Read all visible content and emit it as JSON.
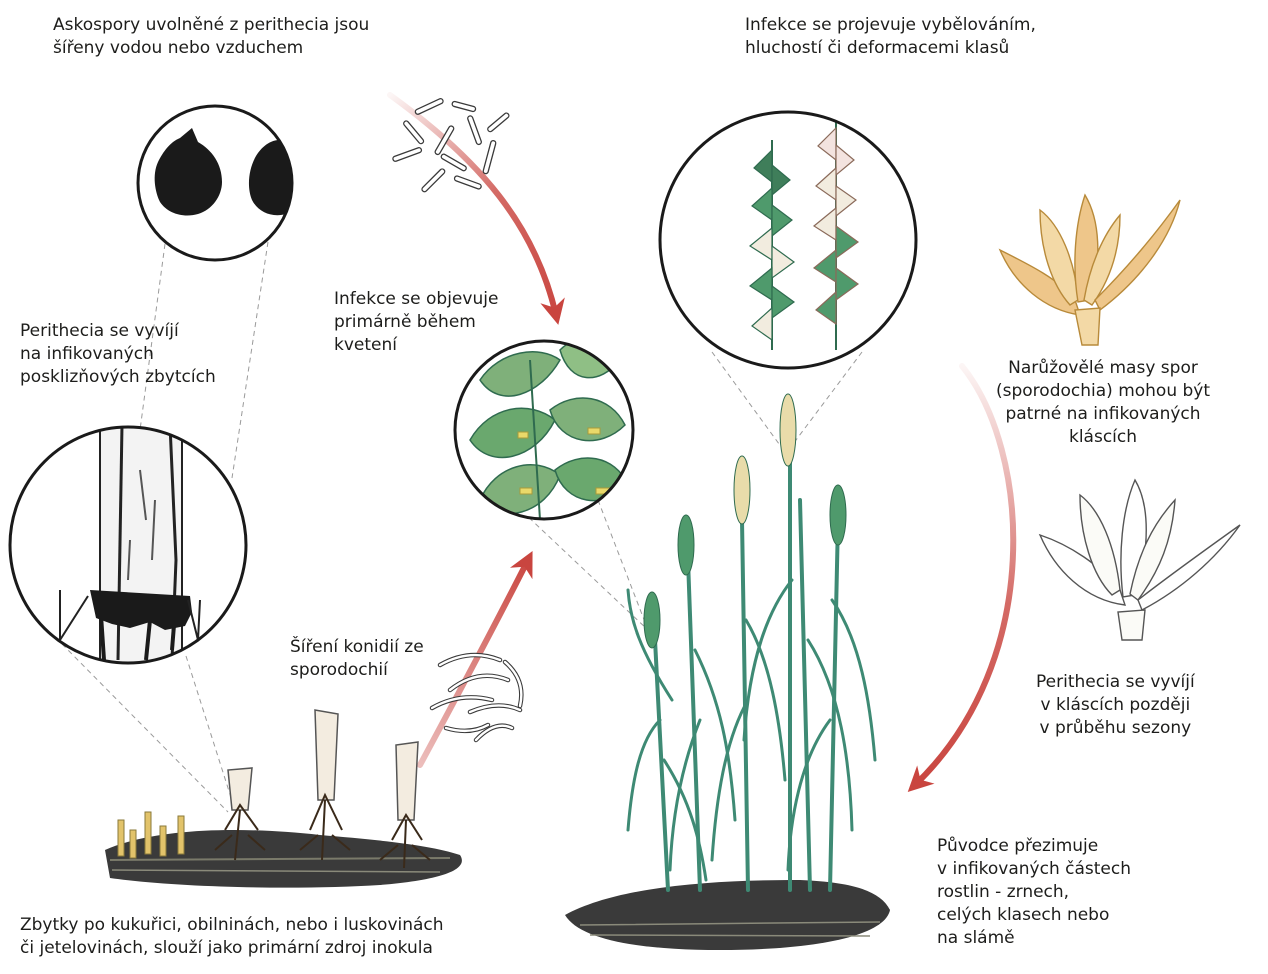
{
  "labels": {
    "ascospores": [
      "Askospory uvolněné z perithecia jsou",
      "šířeny vodou nebo vzduchem"
    ],
    "perithecia_residue": [
      "Perithecia se vyvíjí",
      "na infikovaných",
      "posklizňových zbytcích"
    ],
    "flowering": [
      "Infekce se objevuje",
      "primárně během",
      "kvetení"
    ],
    "conidia": [
      "Šíření konidií ze",
      "sporodochií"
    ],
    "residue_source": [
      "Zbytky po kukuřici, obilninách, nebo i luskovinách",
      "či jetelovinách, slouží jako primární zdroj inokula"
    ],
    "symptoms": [
      "Infekce se projevuje vybělováním,",
      "hluchostí či deformacemi klasů"
    ],
    "sporodochia": [
      "Narůžovělé masy spor",
      "(sporodochia) mohou být",
      "patrné na infikovaných",
      "kláscích"
    ],
    "perithecia_spikelets": [
      "Perithecia se vyvíjí",
      "v kláscích později",
      "v průběhu sezony"
    ],
    "overwintering": [
      "Původce přezimuje",
      "v infikovaných částech",
      "rostlin - zrnech,",
      "celých klasech nebo",
      "na slámě"
    ]
  },
  "colors": {
    "arrow": "#c9453f",
    "text": "#1d1d1b",
    "stem": "#3e8a74",
    "spike_green": "#4f9a6c",
    "healthy_floret": "#6aa86e",
    "bleached_floret": "#f2ecdf",
    "pink_spore": "#e2b47a",
    "perithecium": "#1a1a1a"
  },
  "icons": [
    "perithecium-icon",
    "ascospore-icon",
    "conidium-icon",
    "wheat-spike-icon",
    "infected-spikelet-icon",
    "bleached-spikelet-icon",
    "residue-icon"
  ]
}
